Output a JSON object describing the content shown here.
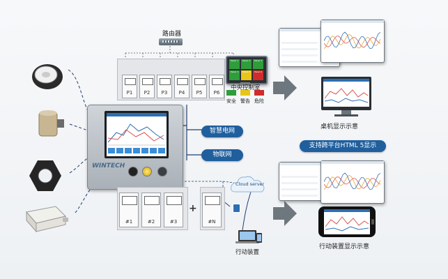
{
  "router": {
    "label": "路由器"
  },
  "control_room": {
    "label": "中央控制室",
    "panels": [
      "Panel 1",
      "Panel 2",
      "Panel 3",
      "Panel 4",
      "Panel 5",
      "Panel 6"
    ],
    "legend": [
      {
        "label": "安全",
        "color": "#2e9d3a"
      },
      {
        "label": "警告",
        "color": "#e8c619"
      },
      {
        "label": "危险",
        "color": "#d22b2b"
      }
    ]
  },
  "top_modules": [
    "P1",
    "P2",
    "P3",
    "P4",
    "P5",
    "P6"
  ],
  "bottom_modules": [
    "#1",
    "#2",
    "#3",
    "#N"
  ],
  "plus_sign": "+",
  "panel_pc": {
    "brand": "WINTECH"
  },
  "networks": {
    "smart_grid": "智慧电网",
    "iot": "物联网"
  },
  "cloud": {
    "label": "Cloud server"
  },
  "mobile_device": {
    "label": "行动装置"
  },
  "desktop": {
    "label": "桌机显示示意"
  },
  "html5": {
    "label": "支持跨平台HTML 5显示"
  },
  "mobile_display": {
    "label": "行动装置显示示意"
  },
  "colors": {
    "accent": "#1f5f9e",
    "arrow": "#6f777e",
    "link": "#d9534f"
  }
}
